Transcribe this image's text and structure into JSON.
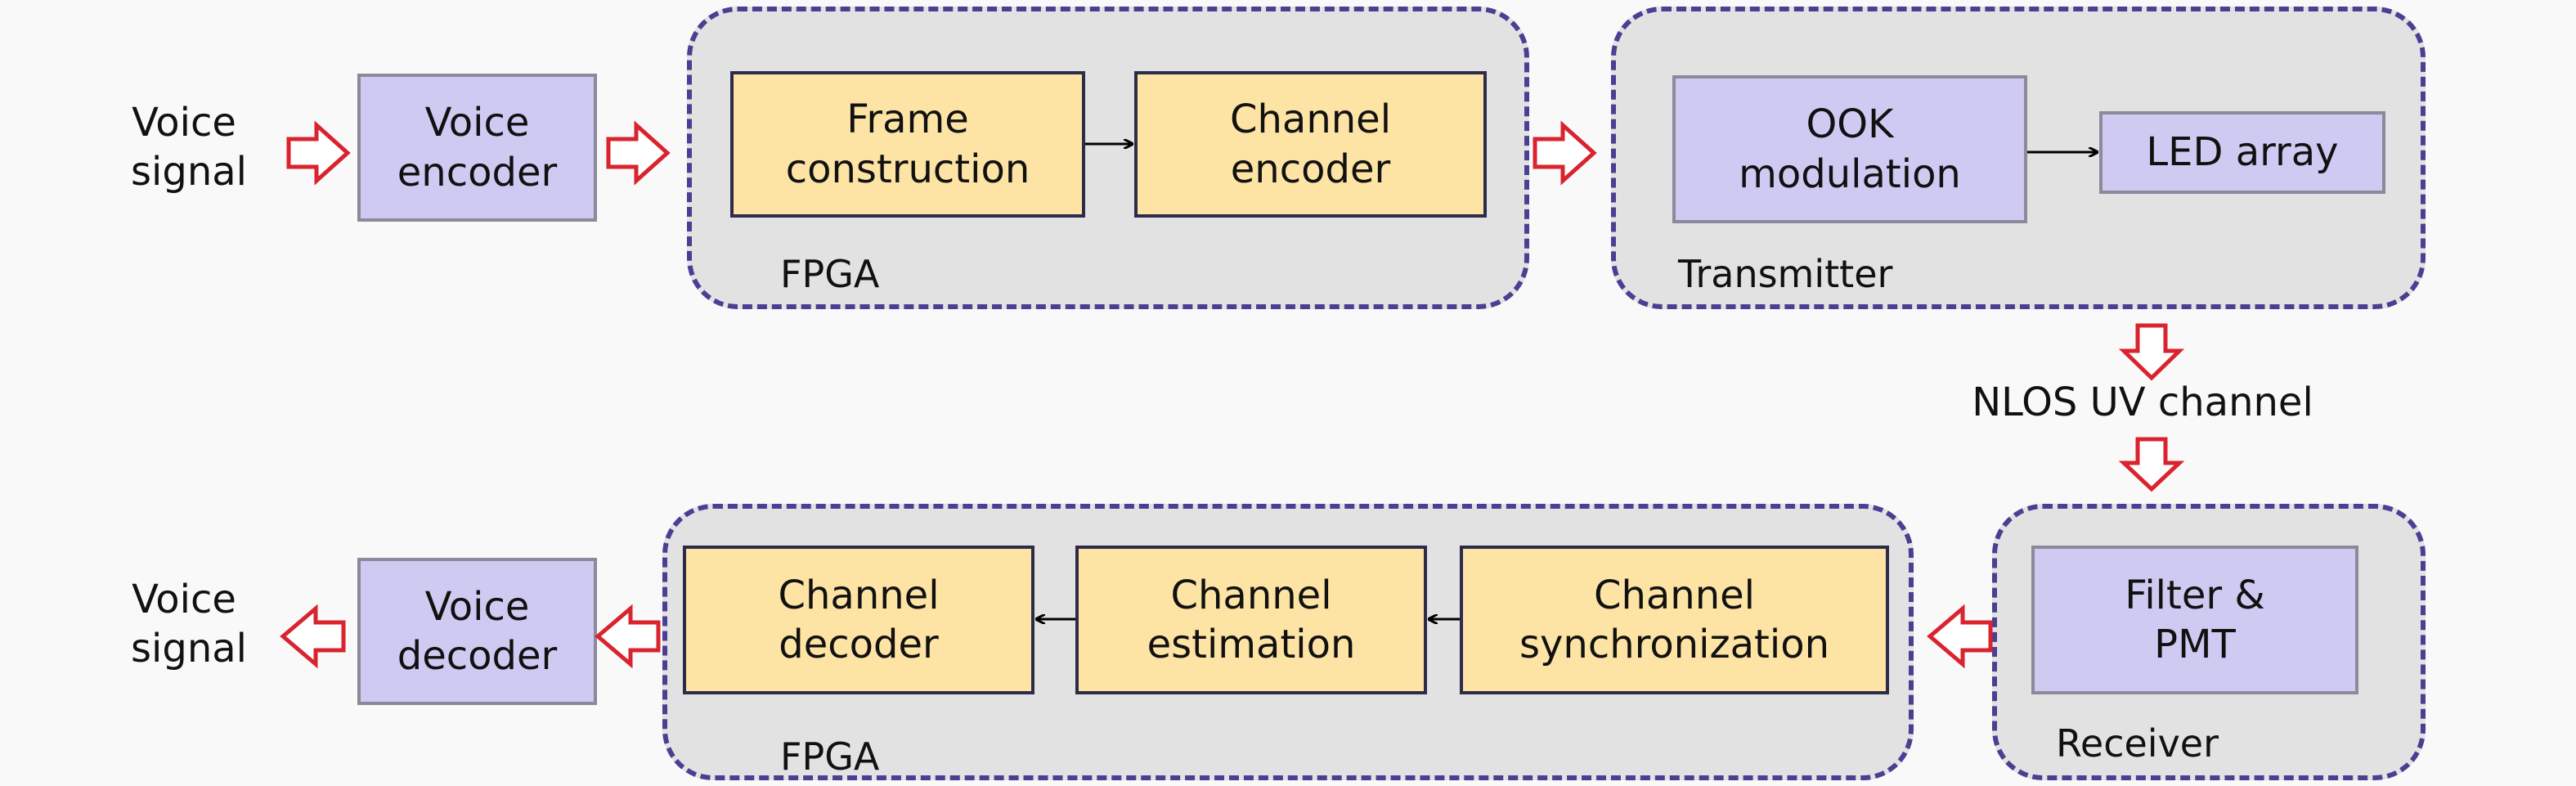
{
  "transmit_chain": {
    "input_label": "Voice\nsignal",
    "voice_encoder": "Voice\nencoder",
    "fpga": {
      "label": "FPGA",
      "frame_construction": "Frame\nconstruction",
      "channel_encoder": "Channel\nencoder"
    },
    "transmitter": {
      "label": "Transmitter",
      "ook_modulation": "OOK\nmodulation",
      "led_array": "LED array"
    }
  },
  "channel_label": "NLOS UV channel",
  "receive_chain": {
    "receiver": {
      "label": "Receiver",
      "filter_pmt": "Filter &\nPMT"
    },
    "fpga": {
      "label": "FPGA",
      "channel_synchronization": "Channel\nsynchronization",
      "channel_estimation": "Channel\nestimation",
      "channel_decoder": "Channel\ndecoder"
    },
    "voice_decoder": "Voice\ndecoder",
    "output_label": "Voice\nsignal"
  },
  "colors": {
    "group_fill": "#e2e2e2",
    "group_border": "#4b3f93",
    "purple_block": "#cfcaf2",
    "orange_block": "#fde3a4",
    "hollow_arrow": "#d9232e",
    "line_arrow": "#000000"
  }
}
